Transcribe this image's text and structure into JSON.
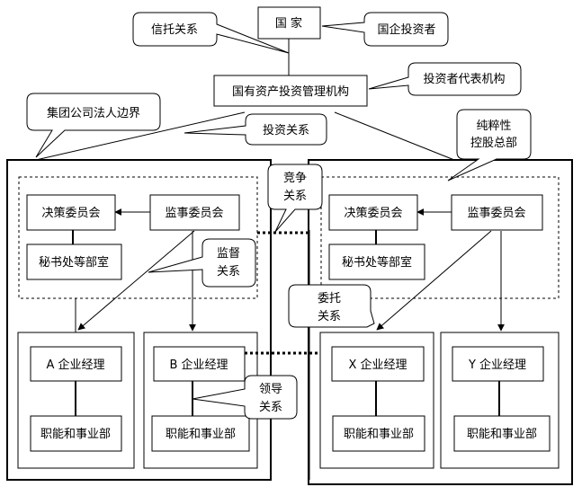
{
  "top": {
    "state": "国 家",
    "soe_investor": "国企投资者",
    "trust_relation": "信托关系",
    "agency": "国有资产投资管理机构",
    "investor_rep": "投资者代表机构",
    "invest_relation": "投资关系",
    "group_boundary": "集团公司法人边界",
    "holding_hq": [
      "纯粹性",
      "控股总部"
    ]
  },
  "left_group": {
    "decision": "决策委员会",
    "supervisory": "监事委员会",
    "secretariat": "秘书处等部室",
    "supervise_relation": [
      "监督",
      "关系"
    ],
    "company_a": "A 企业经理",
    "company_a_dept": "职能和事业部",
    "company_b": "B 企业经理",
    "company_b_dept": "职能和事业部",
    "lead_relation": [
      "领导",
      "关系"
    ]
  },
  "middle": {
    "compete_relation": [
      "竞争",
      "关系"
    ],
    "entrust_relation": [
      "委托",
      "关系"
    ]
  },
  "right_group": {
    "decision": "决策委员会",
    "supervisory": "监事委员会",
    "secretariat": "秘书处等部室",
    "company_x": "X 企业经理",
    "company_x_dept": "职能和事业部",
    "company_y": "Y 企业经理",
    "company_y_dept": "职能和事业部"
  }
}
